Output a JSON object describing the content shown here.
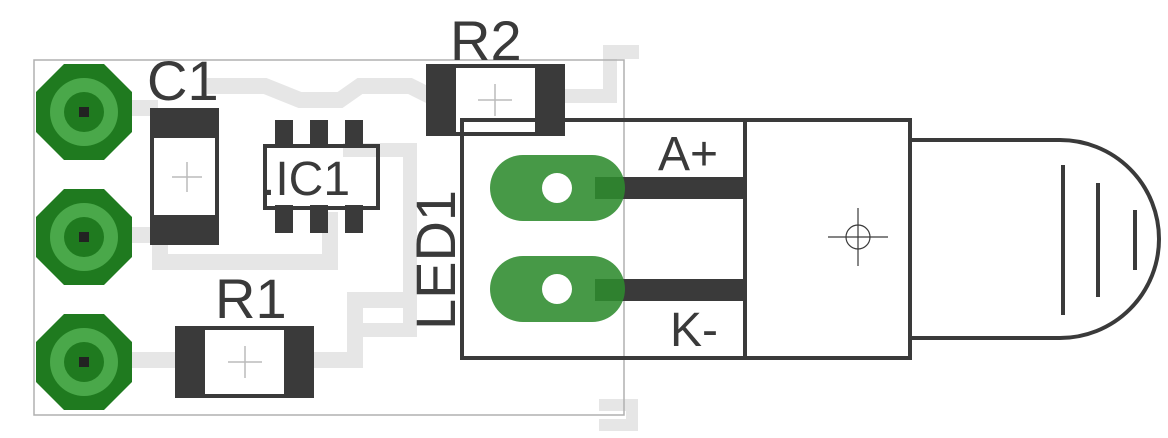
{
  "labels": {
    "c1": "C1",
    "r1": "R1",
    "r2": "R2",
    "ic1": ".IC1",
    "led1": "LED1",
    "anode": "A+",
    "cathode": "K-"
  },
  "colors": {
    "pad_green": "#2e8b2e",
    "pad_green_dark": "#1f6e1f",
    "pad_ring": "#4aa84a",
    "trace_gray": "#e6e6e6",
    "outline": "#3a3a3a",
    "board_edge": "#b0b0b0",
    "led_pad": "#4aa84a"
  },
  "icons": [
    "through-hole-pad-icon",
    "crosshair-icon"
  ]
}
